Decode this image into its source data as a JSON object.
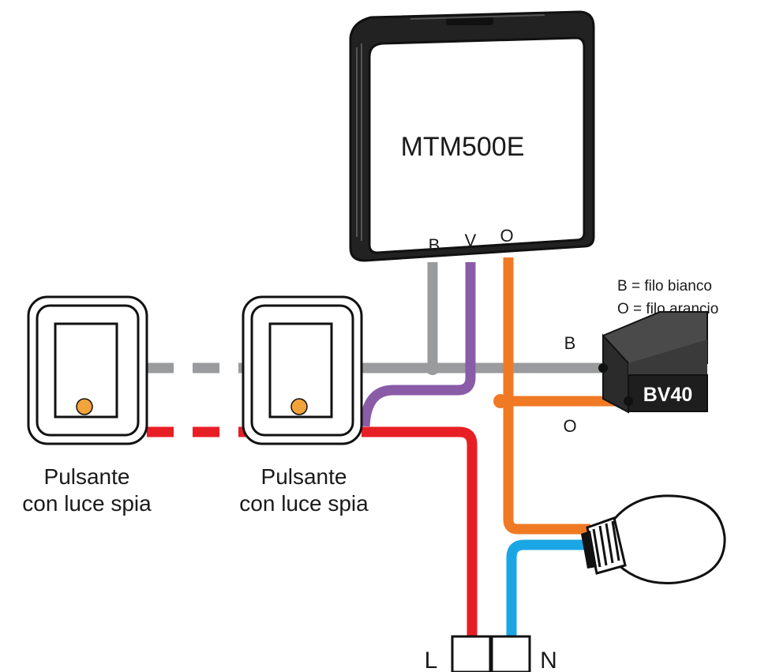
{
  "device": {
    "model": "MTM500E",
    "terminals": [
      "B",
      "V",
      "O"
    ]
  },
  "legend": {
    "line1": "B = filo bianco",
    "line2": "O = filo arancio"
  },
  "bv40": {
    "label": "BV40",
    "terminal_top": "B",
    "terminal_bottom": "O"
  },
  "pushbutton_left": {
    "line1": "Pulsante",
    "line2": "con luce spia"
  },
  "pushbutton_right": {
    "line1": "Pulsante",
    "line2": "con luce spia"
  },
  "supply": {
    "line": "L",
    "neutral": "N"
  },
  "colors": {
    "grey_wire": "#9a9b9d",
    "purple_wire": "#8a5ca8",
    "orange_wire": "#f07a24",
    "red_wire": "#e81e25",
    "blue_wire": "#1aa6e4",
    "led": "#f2a33a"
  }
}
